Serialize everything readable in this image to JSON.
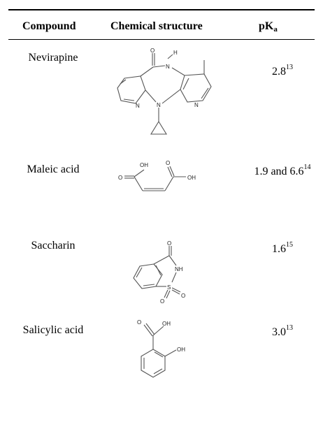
{
  "table": {
    "headers": {
      "compound": "Compound",
      "structure": "Chemical structure",
      "pka_main": "pK",
      "pka_sub": "a"
    },
    "rows": [
      {
        "compound": "Nevirapine",
        "pka": "2.8",
        "ref": "13",
        "atoms": {
          "o": "O",
          "n": "N",
          "h": "H",
          "n2": "N",
          "n3": "N",
          "n4": "N"
        }
      },
      {
        "compound": "Maleic acid",
        "pka": "1.9 and 6.6",
        "ref": "14",
        "atoms": {
          "oh1": "OH",
          "o1": "O",
          "o2": "O",
          "oh2": "OH"
        }
      },
      {
        "compound": "Saccharin",
        "pka": "1.6",
        "ref": "15",
        "atoms": {
          "o": "O",
          "nh": "NH",
          "s": "S",
          "o2": "O",
          "o3": "O"
        }
      },
      {
        "compound": "Salicylic acid",
        "pka": "3.0",
        "ref": "13",
        "atoms": {
          "o": "O",
          "oh": "OH",
          "oh2": "OH"
        }
      }
    ]
  }
}
